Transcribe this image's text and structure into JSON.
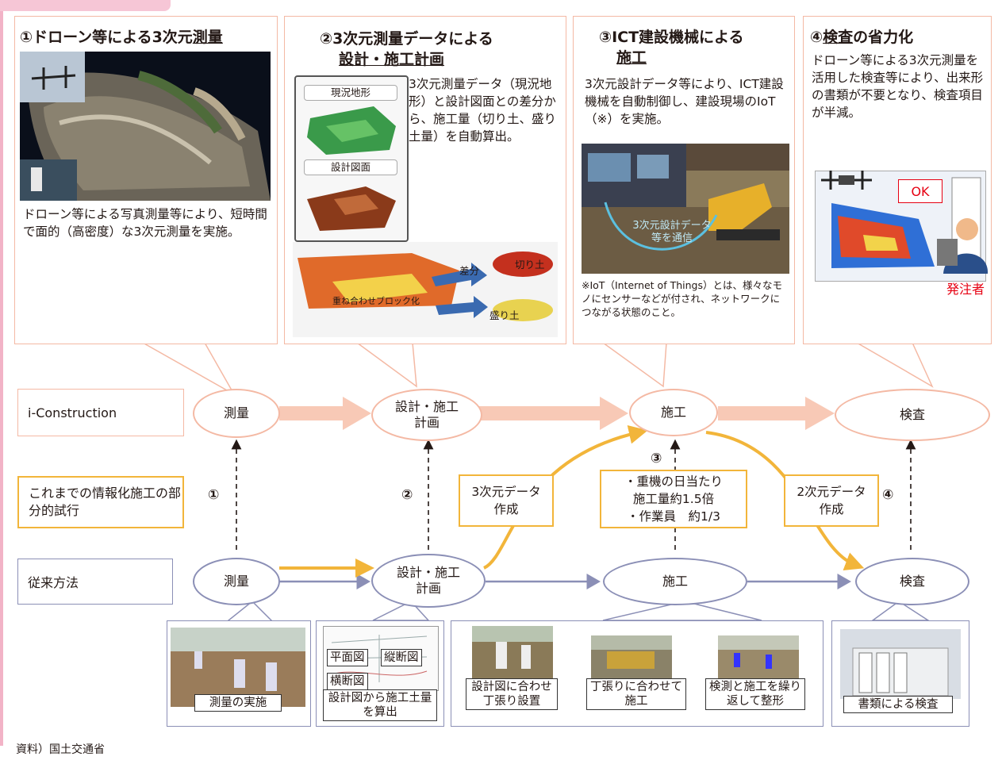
{
  "panels": {
    "p1": {
      "title_prefix": "①ドローン等による3次元",
      "title_under": "測量",
      "text": "ドローン等による写真測量等により、短時間で面的（高密度）な3次元測量を実施。"
    },
    "p2": {
      "title_line1": "②3次元測量データによる",
      "title_line2": "設計・施工計画",
      "text": "3次元測量データ（現況地形）と設計図面との差分から、施工量（切り土、盛り土量）を自動算出。",
      "label_current": "現況地形",
      "label_design": "設計図面",
      "label_diff": "差分",
      "label_cut": "切り土",
      "label_fill": "盛り土",
      "label_block": "重ね合わせブロック化"
    },
    "p3": {
      "title_line1": "③ICT建設機械による",
      "title_line2": "施工",
      "text": "3次元設計データ等により、ICT建設機械を自動制御し、建設現場のIoT（※）を実施。",
      "photo_label": "3次元設計データ等を通信",
      "note": "※IoT（Internet of Things）とは、様々なモノにセンサーなどが付され、ネットワークにつながる状態のこと。"
    },
    "p4": {
      "title_prefix": "④",
      "title_under": "検査",
      "title_suffix": "の省力化",
      "text": "ドローン等による3次元測量を活用した検査等により、出来形の書類が不要となり、検査項目が半減。",
      "ok": "OK",
      "orderer": "発注者"
    }
  },
  "rows": {
    "iconstruction": "i-Construction",
    "partial": "これまでの情報化施工の部分的試行",
    "traditional": "従来方法"
  },
  "flow_top": [
    "測量",
    "設計・施工計画",
    "施工",
    "検査"
  ],
  "flow_bottom": [
    "測量",
    "設計・施工計画",
    "施工",
    "検査"
  ],
  "steps": {
    "s1": "①",
    "s2": "②",
    "s3": "③",
    "s4": "④"
  },
  "mid_boxes": {
    "data3d": "3次元データ作成",
    "effect_line1": "・重機の日当たり",
    "effect_line2": "施工量約1.5倍",
    "effect_line3": "・作業員　約1/3",
    "data2d": "2次元データ作成"
  },
  "captions": {
    "survey": "測量の実施",
    "calc": "設計図から施工土量を算出",
    "plan": "平面図",
    "profile": "縦断図",
    "cross": "横断図",
    "stake": "設計図に合わせ丁張り設置",
    "build": "丁張りに合わせて施工",
    "repeat": "検測と施工を繰り返して整形",
    "docs": "書類による検査"
  },
  "source": "資料）国土交通省",
  "colors": {
    "pink": "#f4b9a4",
    "orange": "#f2b53a",
    "blue": "#8b8fb6",
    "red": "#e60012"
  }
}
